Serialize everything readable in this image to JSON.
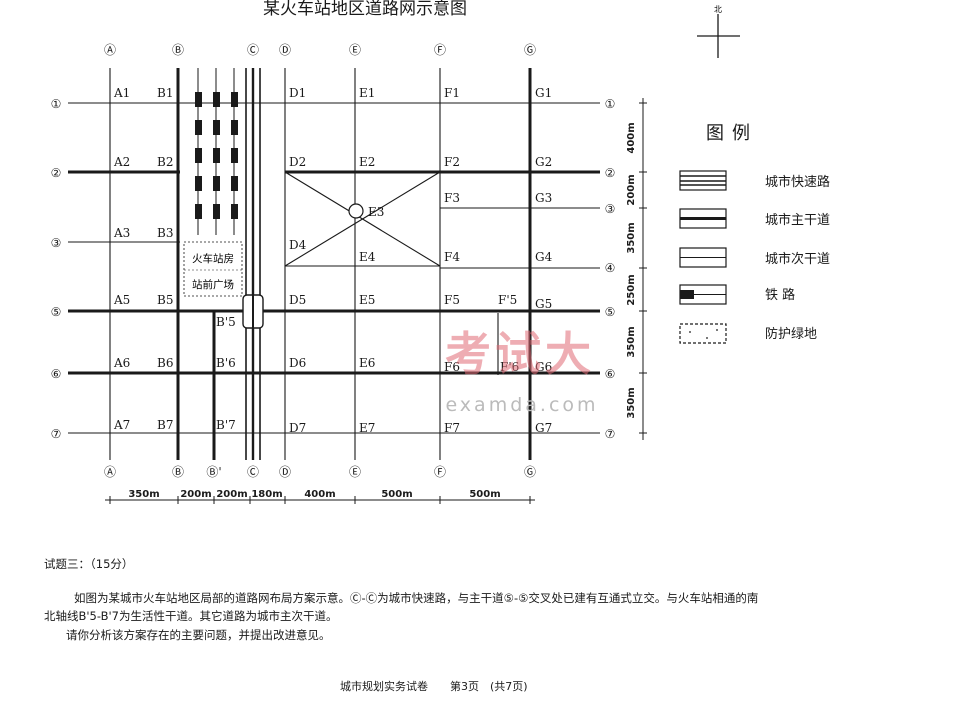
{
  "title": "某火车站地区道路网示意图",
  "north_mark": "北",
  "top_columns": [
    "Ⓐ",
    "Ⓑ",
    "Ⓒ",
    "Ⓓ",
    "Ⓔ",
    "Ⓕ",
    "Ⓖ"
  ],
  "bottom_columns": [
    "Ⓐ",
    "Ⓑ",
    "Ⓑ'",
    "Ⓒ",
    "Ⓓ",
    "Ⓔ",
    "Ⓕ",
    "Ⓖ"
  ],
  "rows": [
    "①",
    "②",
    "③",
    "⑤",
    "⑥",
    "⑦"
  ],
  "right_rows": [
    "①",
    "②",
    "③",
    "④",
    "⑤",
    "⑥",
    "⑦"
  ],
  "nodes": [
    "A1",
    "B1",
    "D1",
    "E1",
    "F1",
    "G1",
    "A2",
    "B2",
    "D2",
    "E2",
    "F2",
    "G2",
    "E3",
    "F3",
    "G3",
    "A3",
    "B3",
    "D4",
    "E4",
    "F4",
    "G4",
    "A5",
    "B5",
    "D5",
    "E5",
    "F5",
    "F'5",
    "G5",
    "B'5",
    "A6",
    "B6",
    "B'6",
    "D6",
    "E6",
    "F6",
    "F'6",
    "G6",
    "A7",
    "B7",
    "B'7",
    "D7",
    "E7",
    "F7",
    "G7"
  ],
  "station_labels": [
    "火车站房",
    "站前广场"
  ],
  "vertical_dims": [
    "400m",
    "200m",
    "350m",
    "250m",
    "350m",
    "350m"
  ],
  "horizontal_dims": [
    "350m",
    "200m",
    "200m",
    "180m",
    "400m",
    "500m",
    "500m"
  ],
  "legend": {
    "title": "图例",
    "items": [
      {
        "type": "expressway",
        "label": "城市快速路"
      },
      {
        "type": "arterial",
        "label": "城市主干道"
      },
      {
        "type": "secondary",
        "label": "城市次干道"
      },
      {
        "type": "railway",
        "label": "铁  路"
      },
      {
        "type": "greenbelt",
        "label": "防护绿地"
      }
    ]
  },
  "watermark": {
    "main": "考试大",
    "sub": "examda.com"
  },
  "question": {
    "heading": "试题三：（15分）",
    "line1": "如图为某城市火车站地区局部的道路网布局方案示意。Ⓒ-Ⓒ为城市快速路，与主干道⑤-⑤交叉处已建有互通式立交。与火车站相通的南",
    "line2": "北轴线B'5-B'7为生活性干道。其它道路为城市主次干道。",
    "line3": "请你分析该方案存在的主要问题，并提出改进意见。"
  },
  "footer": "城市规划实务试卷　　第3页　(共7页)"
}
